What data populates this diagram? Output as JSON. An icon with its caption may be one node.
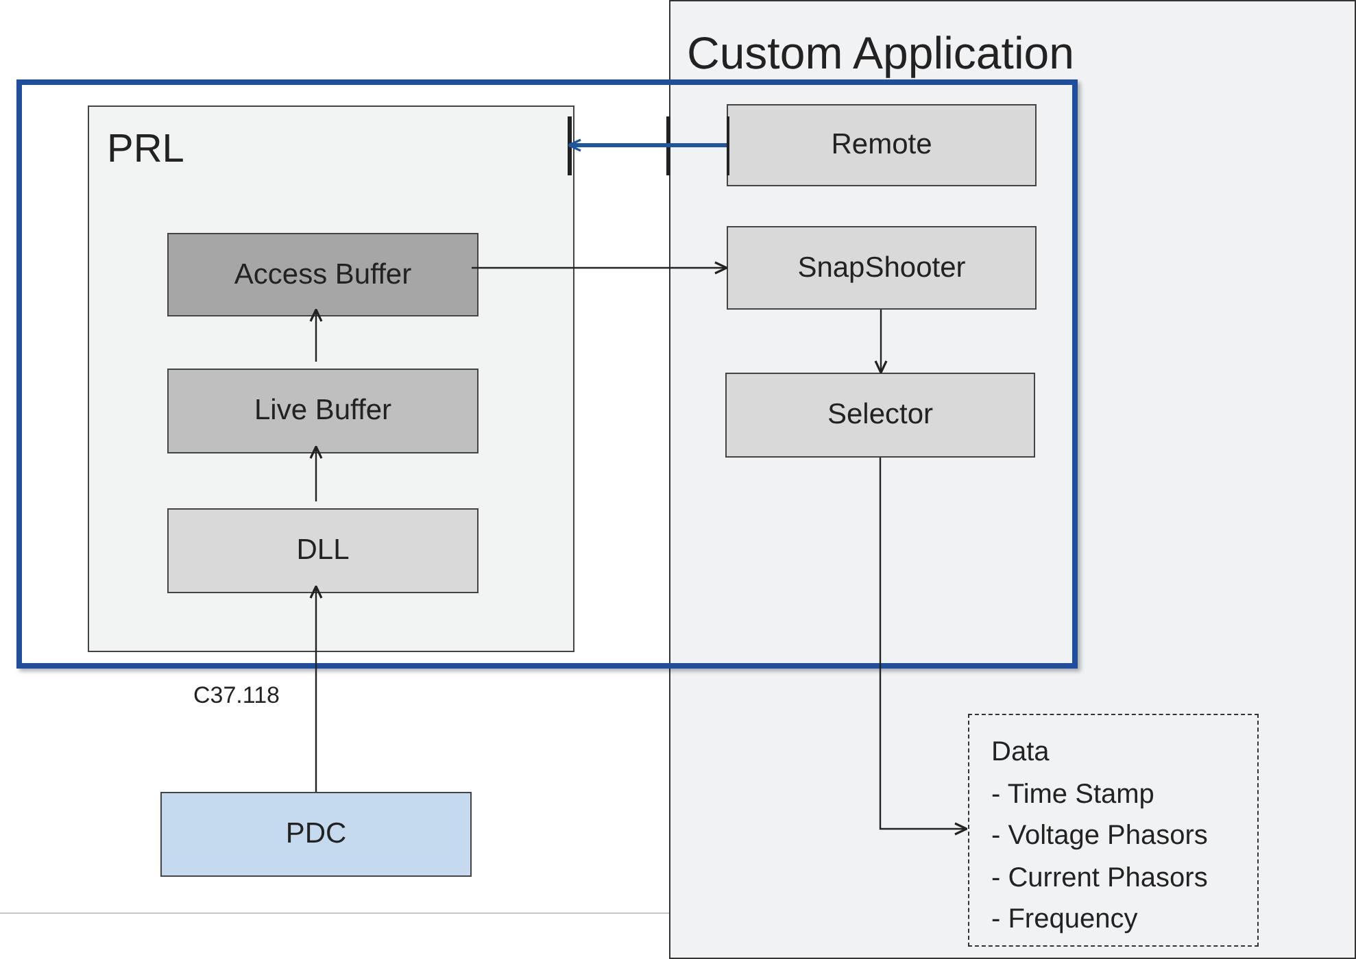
{
  "diagram": {
    "nodes": [
      {
        "text": [
          "Custom Application"
        ]
      },
      {
        "text": [],
        "shape": "box"
      },
      {
        "text": [
          "PRL"
        ],
        "in": 1
      },
      {
        "text": [
          "Access Buffer"
        ],
        "in": 2
      },
      {
        "text": [
          "Live Buffer"
        ],
        "in": 2
      },
      {
        "text": [
          "DLL"
        ],
        "in": 2
      },
      {
        "text": [
          "Remote"
        ]
      },
      {
        "text": [
          "SnapShooter"
        ]
      },
      {
        "text": [
          "Selector"
        ]
      },
      {
        "text": [
          "PDC"
        ]
      },
      {
        "text": [
          "Data",
          "- Time Stamp",
          "- Voltage Phasors",
          "- Current Phasors",
          "- Frequency"
        ],
        "in": 0
      }
    ],
    "edges": [
      {
        "from": 6,
        "to": 2,
        "arrow": "to",
        "style": "thick",
        "color": "#1f56a0"
      },
      {
        "from": 3,
        "to": 7,
        "arrow": "to"
      },
      {
        "from": 7,
        "to": 8,
        "arrow": "to"
      },
      {
        "from": 4,
        "to": 3,
        "arrow": "to"
      },
      {
        "from": 5,
        "to": 4,
        "arrow": "to"
      },
      {
        "from": 9,
        "to": 5,
        "arrow": "to",
        "label": "C37.118"
      },
      {
        "from": 8,
        "to": 10,
        "arrow": "to"
      }
    ]
  }
}
